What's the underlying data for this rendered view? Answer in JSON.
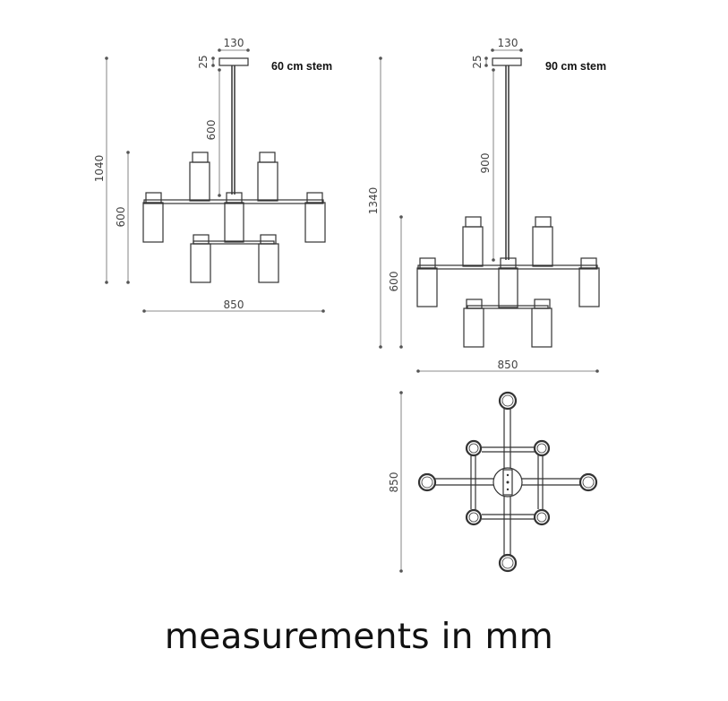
{
  "caption": "measurements in mm",
  "views": {
    "left": {
      "stem_label": "60 cm stem",
      "dims": {
        "canopy_width": "130",
        "canopy_height": "25",
        "stem_length": "600",
        "total_height": "1040",
        "body_height": "600",
        "width": "850"
      }
    },
    "right": {
      "stem_label": "90 cm stem",
      "dims": {
        "canopy_width": "130",
        "canopy_height": "25",
        "stem_length": "900",
        "total_height": "1340",
        "body_height": "600",
        "width": "850"
      }
    },
    "plan": {
      "dims": {
        "depth": "850"
      }
    }
  },
  "colors": {
    "line": "#333333",
    "dimension": "#555555",
    "text": "#111111"
  }
}
